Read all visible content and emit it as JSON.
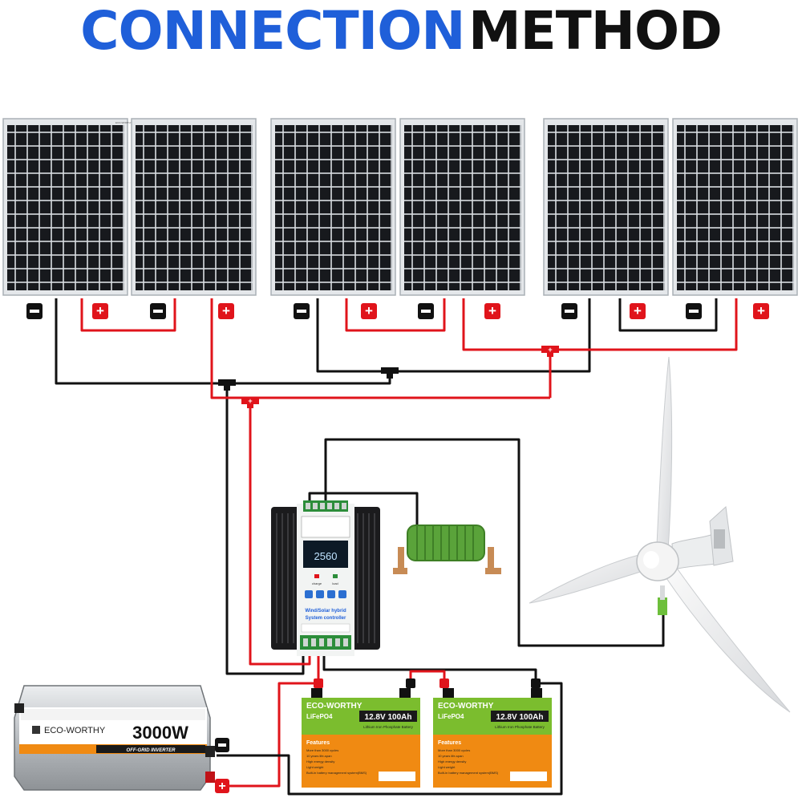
{
  "title": {
    "part1": "CONNECTION",
    "part2": "METHOD",
    "color_part1": "#1f5fd9",
    "color_part2": "#111111"
  },
  "colors": {
    "positive_wire": "#e0141b",
    "negative_wire": "#111111",
    "panel_cell": "#17191d",
    "battery_green": "#1f7a20",
    "battery_orange": "#f08a12"
  },
  "terminals": {
    "positive": "+",
    "negative": "−"
  },
  "panels": {
    "count": 6,
    "brand_mark": "ECO-WORTHY"
  },
  "controller": {
    "display_value": "2560",
    "label_line1": "Wind/Solar hybrid",
    "label_line2": "System controller",
    "indicator_left": "charge",
    "indicator_right": "load"
  },
  "inverter": {
    "brand": "ECO-WORTHY",
    "power": "3000W",
    "type_label": "OFF-GRID INVERTER"
  },
  "batteries": [
    {
      "brand": "ECO-WORTHY",
      "chemistry": "LiFePO4",
      "spec": "12.8V 100Ah",
      "subspec": "Lithium Iron Phosphate Battery",
      "features_title": "Features",
      "features": [
        "More than 3000 cycles",
        "10 years life-span",
        "High energy density",
        "Light weight",
        "Built-in battery management system(BMS)"
      ]
    },
    {
      "brand": "ECO-WORTHY",
      "chemistry": "LiFePO4",
      "spec": "12.8V 100Ah",
      "subspec": "Lithium Iron Phosphate Battery",
      "features_title": "Features",
      "features": [
        "More than 3000 cycles",
        "10 years life-span",
        "High energy density",
        "Light weight",
        "Built-in battery management system(BMS)"
      ]
    }
  ]
}
